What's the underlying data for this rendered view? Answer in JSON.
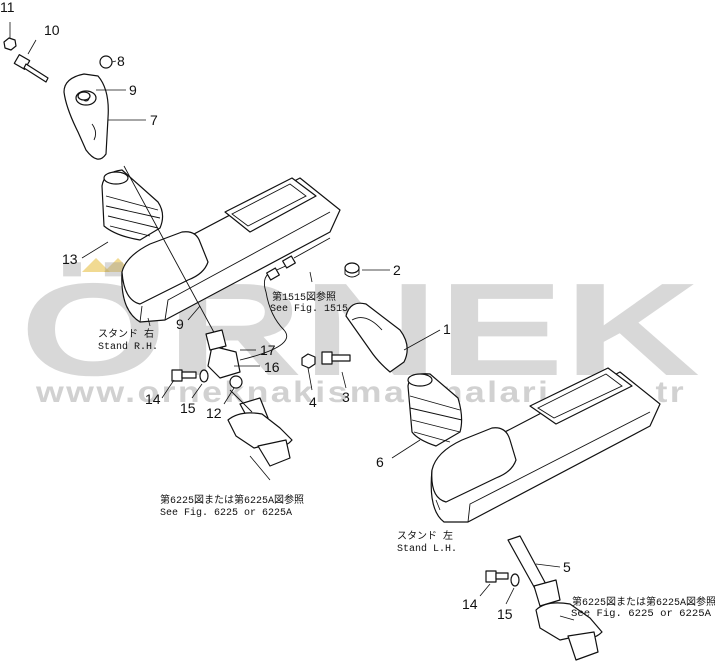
{
  "callouts": {
    "c1": "1",
    "c2": "2",
    "c3": "3",
    "c4": "4",
    "c5": "5",
    "c6": "6",
    "c7": "7",
    "c8": "8",
    "c9_top": "9",
    "c9_mid": "9",
    "c10": "10",
    "c11": "11",
    "c12": "12",
    "c13": "13",
    "c14_left": "14",
    "c14_right": "14",
    "c15_left": "15",
    "c15_right": "15",
    "c16": "16",
    "c17": "17"
  },
  "notes": {
    "fig1515_jp": "第1515図参照",
    "fig1515_en": "See Fig. 1515",
    "stand_rh_jp": "スタンド 右",
    "stand_rh_en": "Stand R.H.",
    "stand_lh_jp": "スタンド 左",
    "stand_lh_en": "Stand L.H.",
    "fig6225_left_jp": "第6225図または第6225A図参照",
    "fig6225_left_en": "See Fig. 6225 or 6225A",
    "fig6225_right_jp": "第6225図または第6225A図参照",
    "fig6225_right_en": "See Fig. 6225 or 6225A"
  },
  "watermark": {
    "logo": "ÖRNEK",
    "url": "www.orneknakismakinalari.com.tr",
    "color": "#9a9a9a",
    "accent": "#e8c24a"
  }
}
